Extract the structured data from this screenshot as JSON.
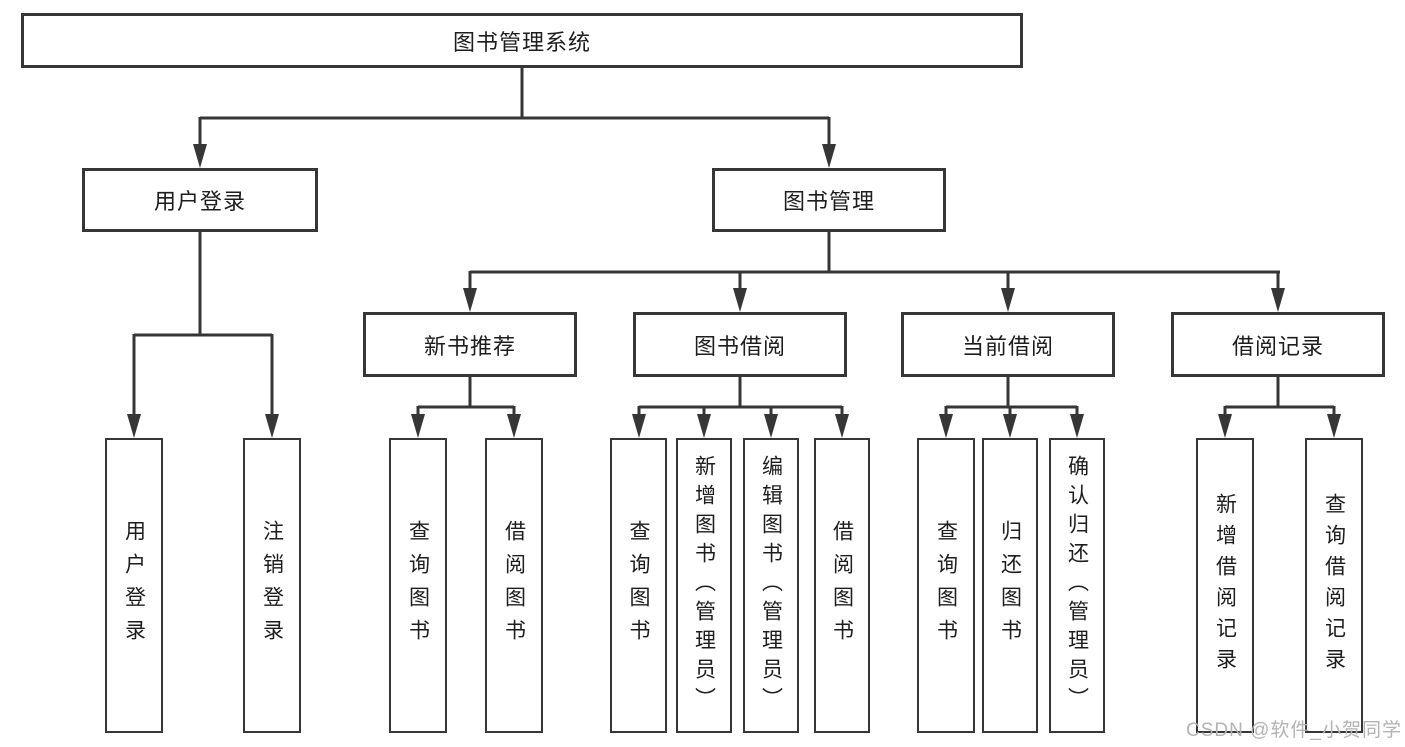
{
  "tree": {
    "root": {
      "label": "图书管理系统",
      "children": [
        {
          "label": "用户登录",
          "children": [
            {
              "label": "用户登录"
            },
            {
              "label": "注销登录"
            }
          ]
        },
        {
          "label": "图书管理",
          "children": [
            {
              "label": "新书推荐",
              "children": [
                {
                  "label": "查询图书"
                },
                {
                  "label": "借阅图书"
                }
              ]
            },
            {
              "label": "图书借阅",
              "children": [
                {
                  "label": "查询图书"
                },
                {
                  "label": "新增图书（管理员）"
                },
                {
                  "label": "编辑图书（管理员）"
                },
                {
                  "label": "借阅图书"
                }
              ]
            },
            {
              "label": "当前借阅",
              "children": [
                {
                  "label": "查询图书"
                },
                {
                  "label": "归还图书"
                },
                {
                  "label": "确认归还（管理员）"
                }
              ]
            },
            {
              "label": "借阅记录",
              "children": [
                {
                  "label": "新增借阅记录"
                },
                {
                  "label": "查询借阅记录"
                }
              ]
            }
          ]
        }
      ]
    }
  },
  "watermark": {
    "text": "CSDN @软件_小贺同学"
  },
  "colors": {
    "line": "#363636",
    "box_border": "#363636",
    "text": "#1d1d1d",
    "watermark": "#b3b3b3",
    "background": "#ffffff"
  }
}
